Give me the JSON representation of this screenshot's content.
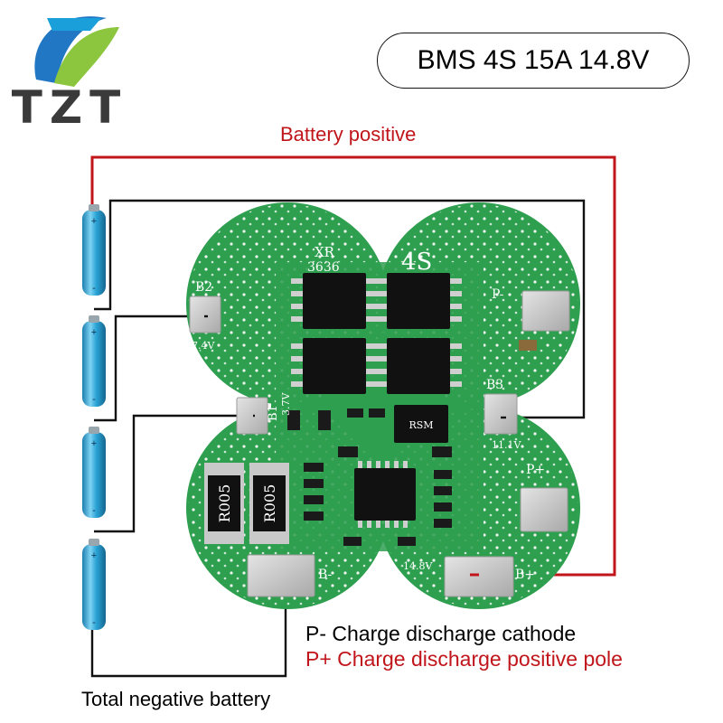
{
  "brand": {
    "logo_text": "TZT"
  },
  "title": "BMS 4S 15A 14.8V",
  "labels": {
    "battery_positive": "Battery positive",
    "p_minus_desc": "P- Charge discharge cathode",
    "p_plus_desc": "P+ Charge discharge positive pole",
    "total_negative": "Total negative battery"
  },
  "board": {
    "silk": {
      "xr": "XR",
      "part": "3636",
      "cells": "4S",
      "b2": "B2",
      "v74": "7.4V",
      "b1": "B1",
      "v37": "3.7V",
      "b3": "B3",
      "v111": "11.1V",
      "pminus": "P-",
      "pplus": "P+",
      "bminus": "B-",
      "v148": "14.8V",
      "bplus": "B+",
      "resistor": "R005",
      "diode": "RSM"
    }
  },
  "colors": {
    "wire_positive": "#c0151a",
    "wire_signal": "#111111",
    "pcb": "#2e9e4f",
    "pad": "#c8c8c8",
    "battery": "#2aa3d6"
  }
}
